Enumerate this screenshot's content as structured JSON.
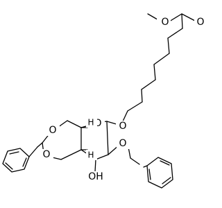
{
  "labels": {
    "ester_methoxy_o": "O",
    "carbonyl_o": "O",
    "anomeric_o": "O",
    "ring_o": "O",
    "dioxane_o_top": "O",
    "dioxane_o_bottom": "O",
    "benzyloxy_o": "O",
    "hydroxyl": "OH",
    "stereo_h_top": "H",
    "stereo_h_bottom": "H"
  }
}
